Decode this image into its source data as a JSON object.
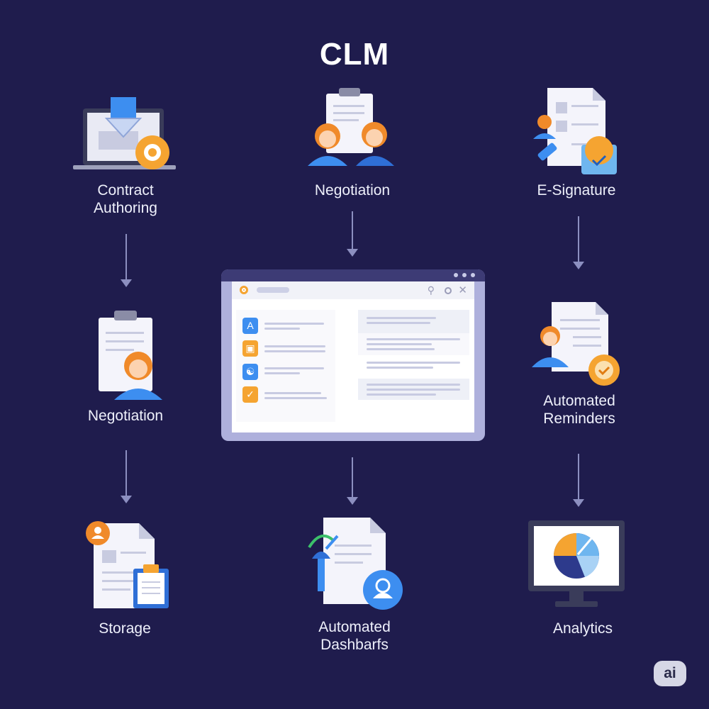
{
  "title": "CLM",
  "nodes": {
    "contract_authoring": {
      "line1": "Contract",
      "line2": "Authoring"
    },
    "negotiation_top": {
      "label": "Negotiation"
    },
    "e_signature": {
      "label": "E-Signature"
    },
    "negotiation_left": {
      "label": "Negotiation"
    },
    "automated_reminders": {
      "line1": "Automated",
      "line2": "Reminders"
    },
    "storage": {
      "label": "Storage"
    },
    "automated_dashboards": {
      "line1": "Automated",
      "line2": "Dashbarfs"
    },
    "analytics": {
      "label": "Analytics"
    }
  },
  "colors": {
    "background": "#1f1c4d",
    "accent_orange": "#f5a431",
    "accent_blue": "#3d8ef0"
  },
  "badge": "ai"
}
